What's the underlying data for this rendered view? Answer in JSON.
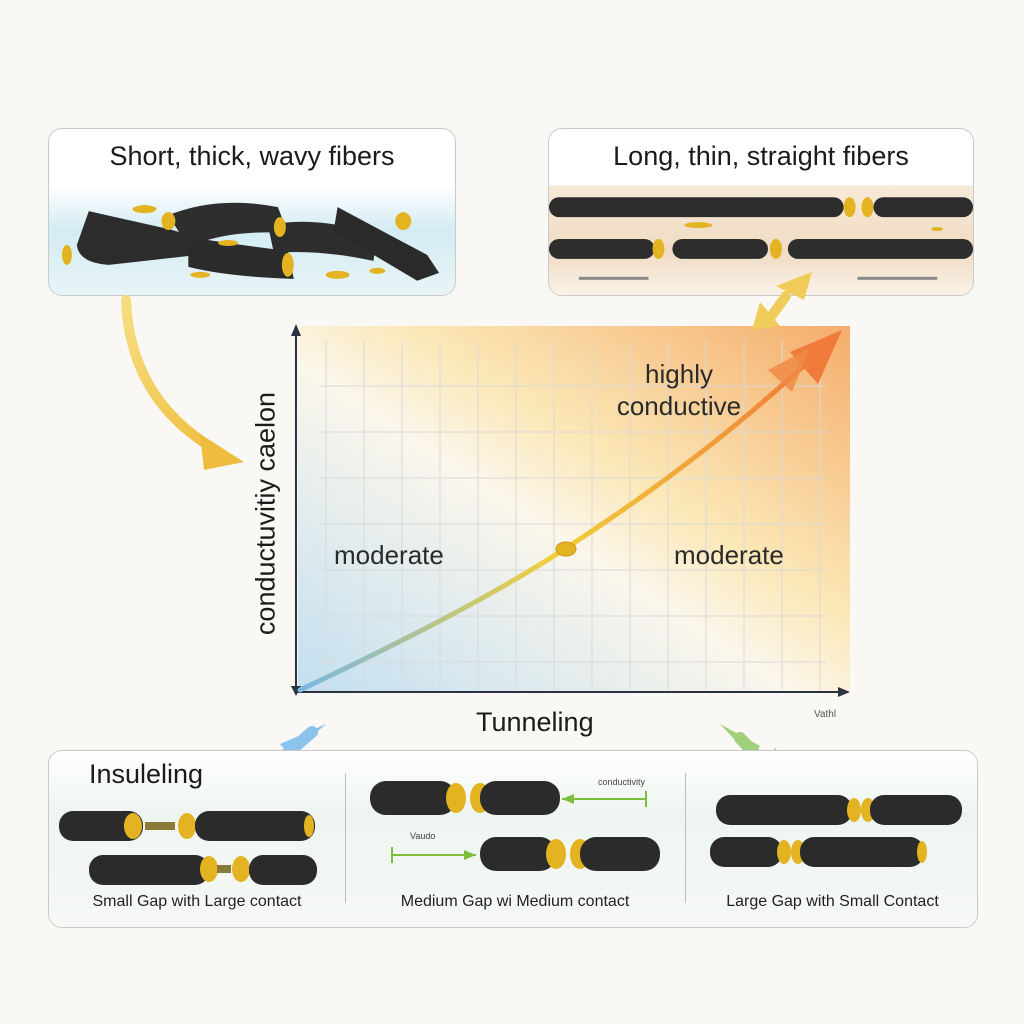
{
  "panels": {
    "short_fibers": {
      "title": "Short, thick, wavy fibers"
    },
    "long_fibers": {
      "title": "Long, thin, straight fibers"
    }
  },
  "chart": {
    "y_axis_label": "conductuvitiy caelon",
    "x_axis_label": "Tunneling",
    "x_corner_note": "Vathl",
    "label_moderate_left": "moderate",
    "label_moderate_right": "moderate",
    "label_highly_line1": "highly",
    "label_highly_line2": "conductive"
  },
  "bottom_panel": {
    "title": "Insuleling",
    "cells": [
      {
        "caption": "Small Gap with Large contact"
      },
      {
        "caption": "Medium Gap wi Medium contact",
        "note_top": "conductivity",
        "note_left": "Vaudo"
      },
      {
        "caption": "Large Gap with Small Contact"
      }
    ]
  },
  "colors": {
    "fiber": "#2b2b2b",
    "contact": "#e3b321",
    "arrow_gradient_start": "#79b8e0",
    "arrow_gradient_mid": "#f2cf3a",
    "arrow_gradient_end": "#ef7a3a",
    "blue_arrow": "#8cc3ea",
    "green_arrow": "#9fd07a",
    "yellow_arrow": "#f0cc5a"
  }
}
